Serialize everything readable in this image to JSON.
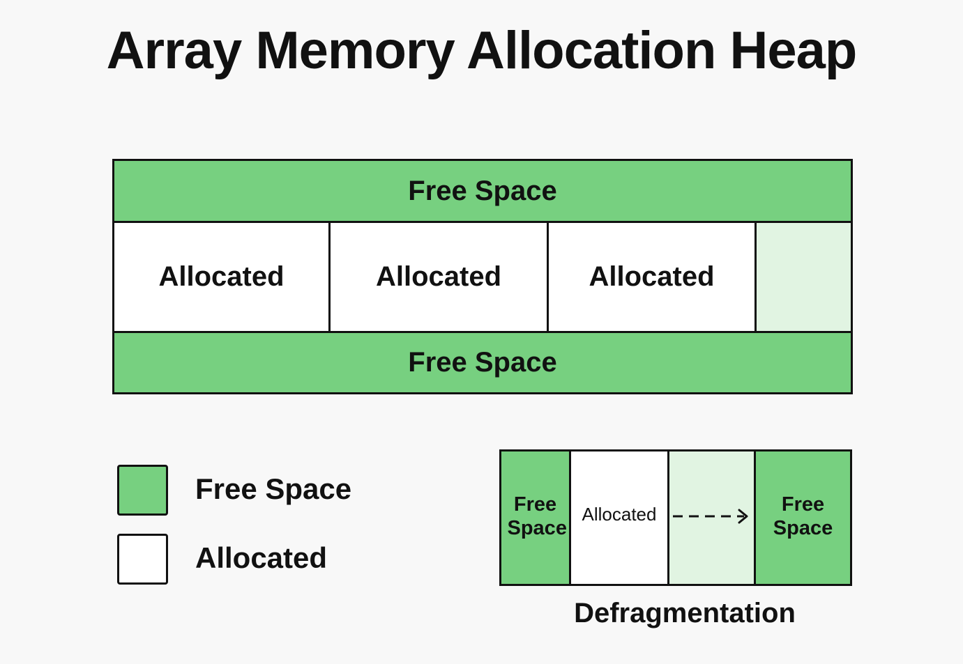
{
  "title": "Array Memory Allocation Heap",
  "heap": {
    "top_label": "Free Space",
    "cells": [
      "Allocated",
      "Allocated",
      "Allocated"
    ],
    "bottom_label": "Free Space"
  },
  "legend": {
    "free_label": "Free Space",
    "allocated_label": "Allocated"
  },
  "defrag": {
    "left_label": "Free Space",
    "middle_label": "Allocated",
    "right_label": "Free Space",
    "caption": "Defragmentation"
  },
  "colors": {
    "free": "#77d080",
    "pale_free": "#e1f4e2",
    "allocated": "#ffffff",
    "border": "#111111"
  }
}
